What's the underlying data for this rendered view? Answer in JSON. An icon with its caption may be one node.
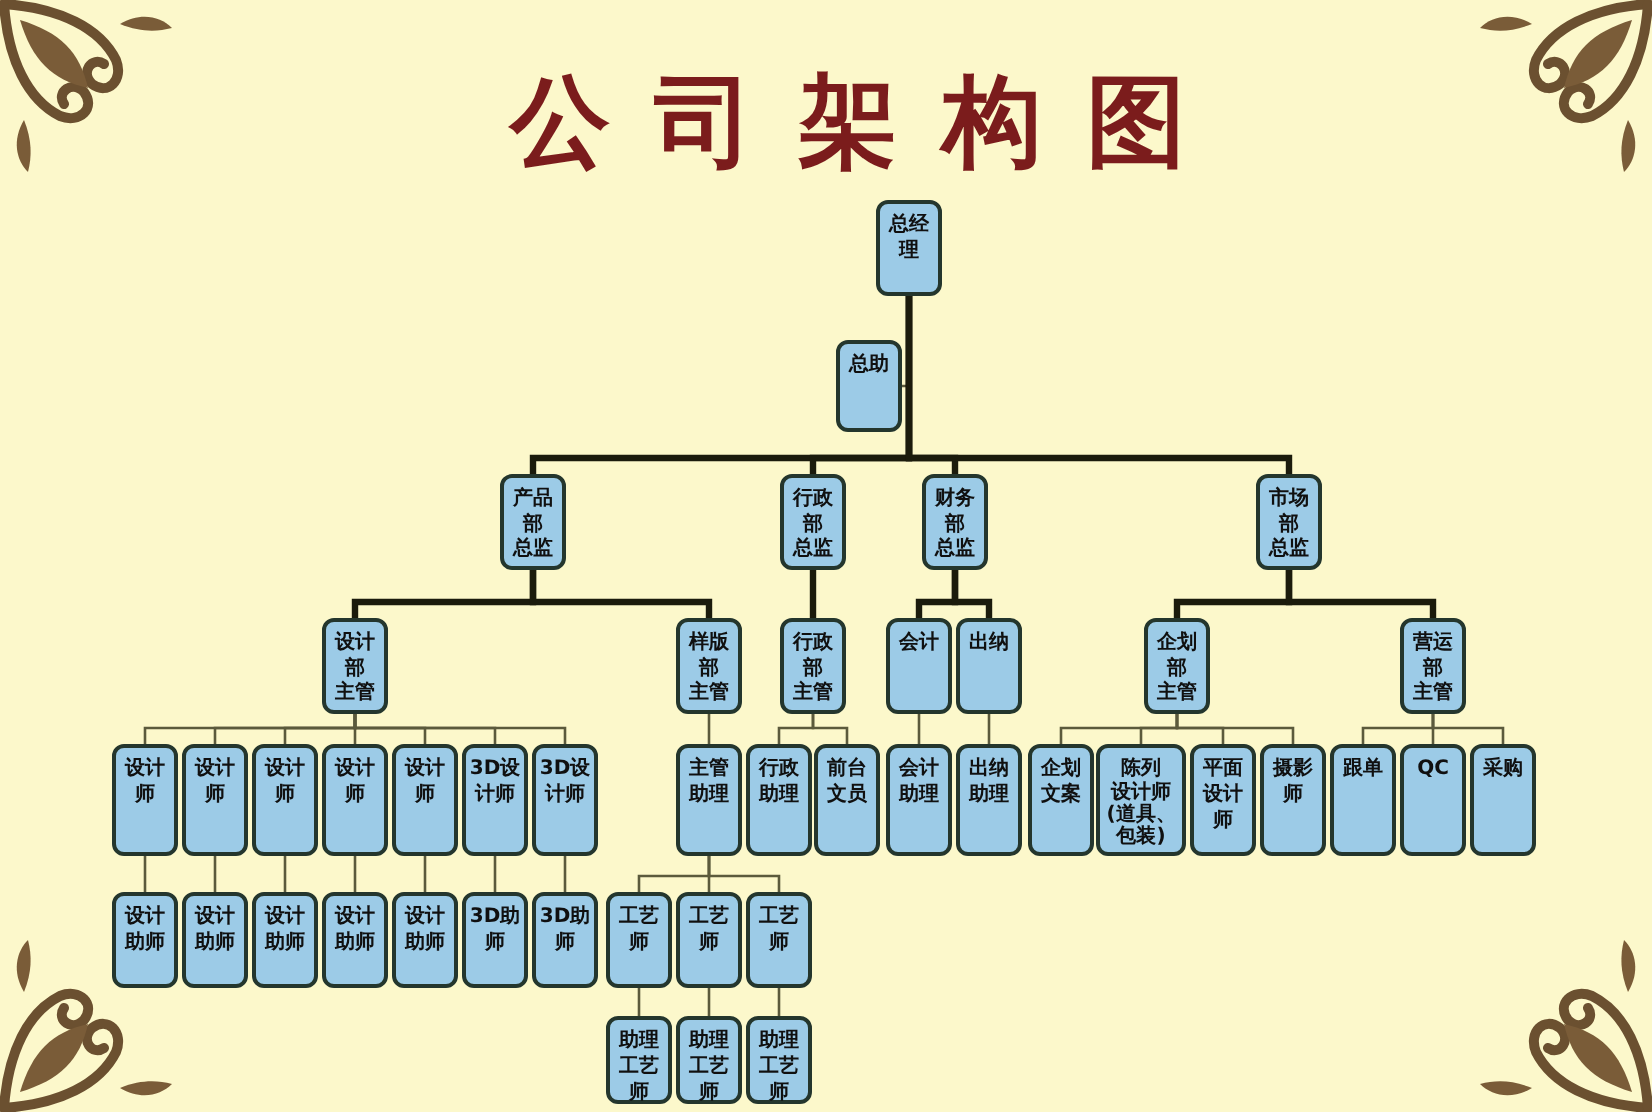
{
  "diagram": {
    "title": "公司架构图",
    "nodes": [
      {
        "text": [
          "总经理"
        ]
      },
      {
        "text": [
          "总助"
        ]
      },
      {
        "text": [
          "产品部",
          "总监"
        ]
      },
      {
        "text": [
          "行政部",
          "总监"
        ]
      },
      {
        "text": [
          "财务部",
          "总监"
        ]
      },
      {
        "text": [
          "市场部",
          "总监"
        ]
      },
      {
        "text": [
          "设计部",
          "主管"
        ]
      },
      {
        "text": [
          "样版部",
          "主管"
        ]
      },
      {
        "text": [
          "行政部",
          "主管"
        ]
      },
      {
        "text": [
          "会计"
        ]
      },
      {
        "text": [
          "出纳"
        ]
      },
      {
        "text": [
          "企划部",
          "主管"
        ]
      },
      {
        "text": [
          "营运部",
          "主管"
        ]
      },
      {
        "text": [
          "设计师"
        ]
      },
      {
        "text": [
          "设计师"
        ]
      },
      {
        "text": [
          "设计师"
        ]
      },
      {
        "text": [
          "设计师"
        ]
      },
      {
        "text": [
          "设计师"
        ]
      },
      {
        "text": [
          "3D设计师"
        ]
      },
      {
        "text": [
          "3D设计师"
        ]
      },
      {
        "text": [
          "主管助理"
        ]
      },
      {
        "text": [
          "行政助理"
        ]
      },
      {
        "text": [
          "前台文员"
        ]
      },
      {
        "text": [
          "会计助理"
        ]
      },
      {
        "text": [
          "出纳助理"
        ]
      },
      {
        "text": [
          "企划文案"
        ]
      },
      {
        "text": [
          "陈列",
          "设计师(道具、包装)"
        ]
      },
      {
        "text": [
          "平面设计师"
        ]
      },
      {
        "text": [
          "摄影师"
        ]
      },
      {
        "text": [
          "跟单"
        ]
      },
      {
        "text": [
          "QC"
        ]
      },
      {
        "text": [
          "采购"
        ]
      },
      {
        "text": [
          "设计助师"
        ]
      },
      {
        "text": [
          "设计助师"
        ]
      },
      {
        "text": [
          "设计助师"
        ]
      },
      {
        "text": [
          "设计助师"
        ]
      },
      {
        "text": [
          "设计助师"
        ]
      },
      {
        "text": [
          "3D助师"
        ]
      },
      {
        "text": [
          "3D助师"
        ]
      },
      {
        "text": [
          "工艺师"
        ]
      },
      {
        "text": [
          "工艺师"
        ]
      },
      {
        "text": [
          "工艺师"
        ]
      },
      {
        "text": [
          "助理工艺师"
        ]
      },
      {
        "text": [
          "助理工艺师"
        ]
      },
      {
        "text": [
          "助理工艺师"
        ]
      }
    ],
    "edges": [
      {
        "from": 0,
        "to": 1,
        "arrow": "none"
      },
      {
        "from": 0,
        "to": 2,
        "arrow": "none",
        "style": "thick"
      },
      {
        "from": 0,
        "to": 3,
        "arrow": "none",
        "style": "thick"
      },
      {
        "from": 0,
        "to": 4,
        "arrow": "none",
        "style": "thick"
      },
      {
        "from": 0,
        "to": 5,
        "arrow": "none",
        "style": "thick"
      },
      {
        "from": 2,
        "to": 6,
        "arrow": "none",
        "style": "thick"
      },
      {
        "from": 2,
        "to": 7,
        "arrow": "none",
        "style": "thick"
      },
      {
        "from": 3,
        "to": 8,
        "arrow": "none",
        "style": "thick"
      },
      {
        "from": 4,
        "to": 9,
        "arrow": "none",
        "style": "thick"
      },
      {
        "from": 4,
        "to": 10,
        "arrow": "none",
        "style": "thick"
      },
      {
        "from": 5,
        "to": 11,
        "arrow": "none",
        "style": "thick"
      },
      {
        "from": 5,
        "to": 12,
        "arrow": "none",
        "style": "thick"
      },
      {
        "from": 6,
        "to": 13,
        "arrow": "none"
      },
      {
        "from": 6,
        "to": 14,
        "arrow": "none"
      },
      {
        "from": 6,
        "to": 15,
        "arrow": "none"
      },
      {
        "from": 6,
        "to": 16,
        "arrow": "none"
      },
      {
        "from": 6,
        "to": 17,
        "arrow": "none"
      },
      {
        "from": 6,
        "to": 18,
        "arrow": "none"
      },
      {
        "from": 6,
        "to": 19,
        "arrow": "none"
      },
      {
        "from": 7,
        "to": 20,
        "arrow": "none"
      },
      {
        "from": 8,
        "to": 21,
        "arrow": "none"
      },
      {
        "from": 8,
        "to": 22,
        "arrow": "none"
      },
      {
        "from": 9,
        "to": 23,
        "arrow": "none"
      },
      {
        "from": 10,
        "to": 24,
        "arrow": "none"
      },
      {
        "from": 11,
        "to": 25,
        "arrow": "none"
      },
      {
        "from": 11,
        "to": 26,
        "arrow": "none"
      },
      {
        "from": 11,
        "to": 27,
        "arrow": "none"
      },
      {
        "from": 11,
        "to": 28,
        "arrow": "none"
      },
      {
        "from": 12,
        "to": 29,
        "arrow": "none"
      },
      {
        "from": 12,
        "to": 30,
        "arrow": "none"
      },
      {
        "from": 12,
        "to": 31,
        "arrow": "none"
      },
      {
        "from": 13,
        "to": 32,
        "arrow": "none"
      },
      {
        "from": 14,
        "to": 33,
        "arrow": "none"
      },
      {
        "from": 15,
        "to": 34,
        "arrow": "none"
      },
      {
        "from": 16,
        "to": 35,
        "arrow": "none"
      },
      {
        "from": 17,
        "to": 36,
        "arrow": "none"
      },
      {
        "from": 18,
        "to": 37,
        "arrow": "none"
      },
      {
        "from": 19,
        "to": 38,
        "arrow": "none"
      },
      {
        "from": 20,
        "to": 39,
        "arrow": "none"
      },
      {
        "from": 20,
        "to": 40,
        "arrow": "none"
      },
      {
        "from": 20,
        "to": 41,
        "arrow": "none"
      },
      {
        "from": 39,
        "to": 42,
        "arrow": "none"
      },
      {
        "from": 40,
        "to": 43,
        "arrow": "none"
      },
      {
        "from": 41,
        "to": 44,
        "arrow": "none"
      }
    ]
  }
}
